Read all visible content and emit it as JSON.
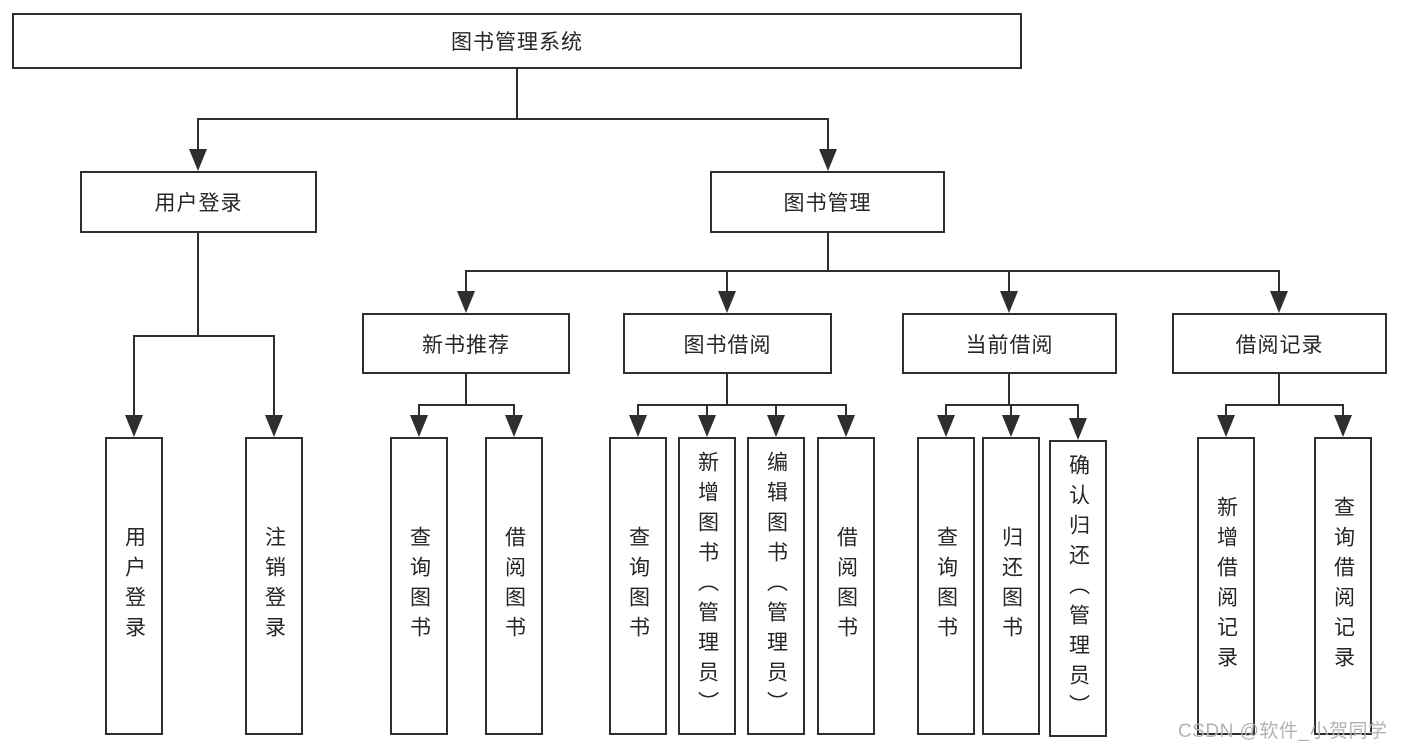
{
  "diagram": {
    "root": {
      "label": "图书管理系统"
    },
    "branches": {
      "user_login": {
        "label": "用户登录",
        "children": {
          "login": "用户登录",
          "logout": "注销登录"
        }
      },
      "book_management": {
        "label": "图书管理",
        "children": {
          "new_book_recommend": {
            "label": "新书推荐",
            "children": {
              "query_books": "查询图书",
              "borrow_books": "借阅图书"
            }
          },
          "book_borrow": {
            "label": "图书借阅",
            "children": {
              "query_books": "查询图书",
              "add_books_admin": "新增图书（管理员）",
              "edit_books_admin": "编辑图书（管理员）",
              "borrow_books": "借阅图书"
            }
          },
          "current_borrow": {
            "label": "当前借阅",
            "children": {
              "query_books": "查询图书",
              "return_books": "归还图书",
              "confirm_return_admin": "确认归还（管理员）"
            }
          },
          "borrow_records": {
            "label": "借阅记录",
            "children": {
              "add_borrow_record": "新增借阅记录",
              "query_borrow_record": "查询借阅记录"
            }
          }
        }
      }
    }
  },
  "watermark": {
    "text": "CSDN @软件_小贺同学"
  },
  "colors": {
    "line": "#2e2e2e",
    "border": "#2e2e2e",
    "text": "#262626",
    "background": "#ffffff",
    "watermark": "#b3b3b3"
  }
}
